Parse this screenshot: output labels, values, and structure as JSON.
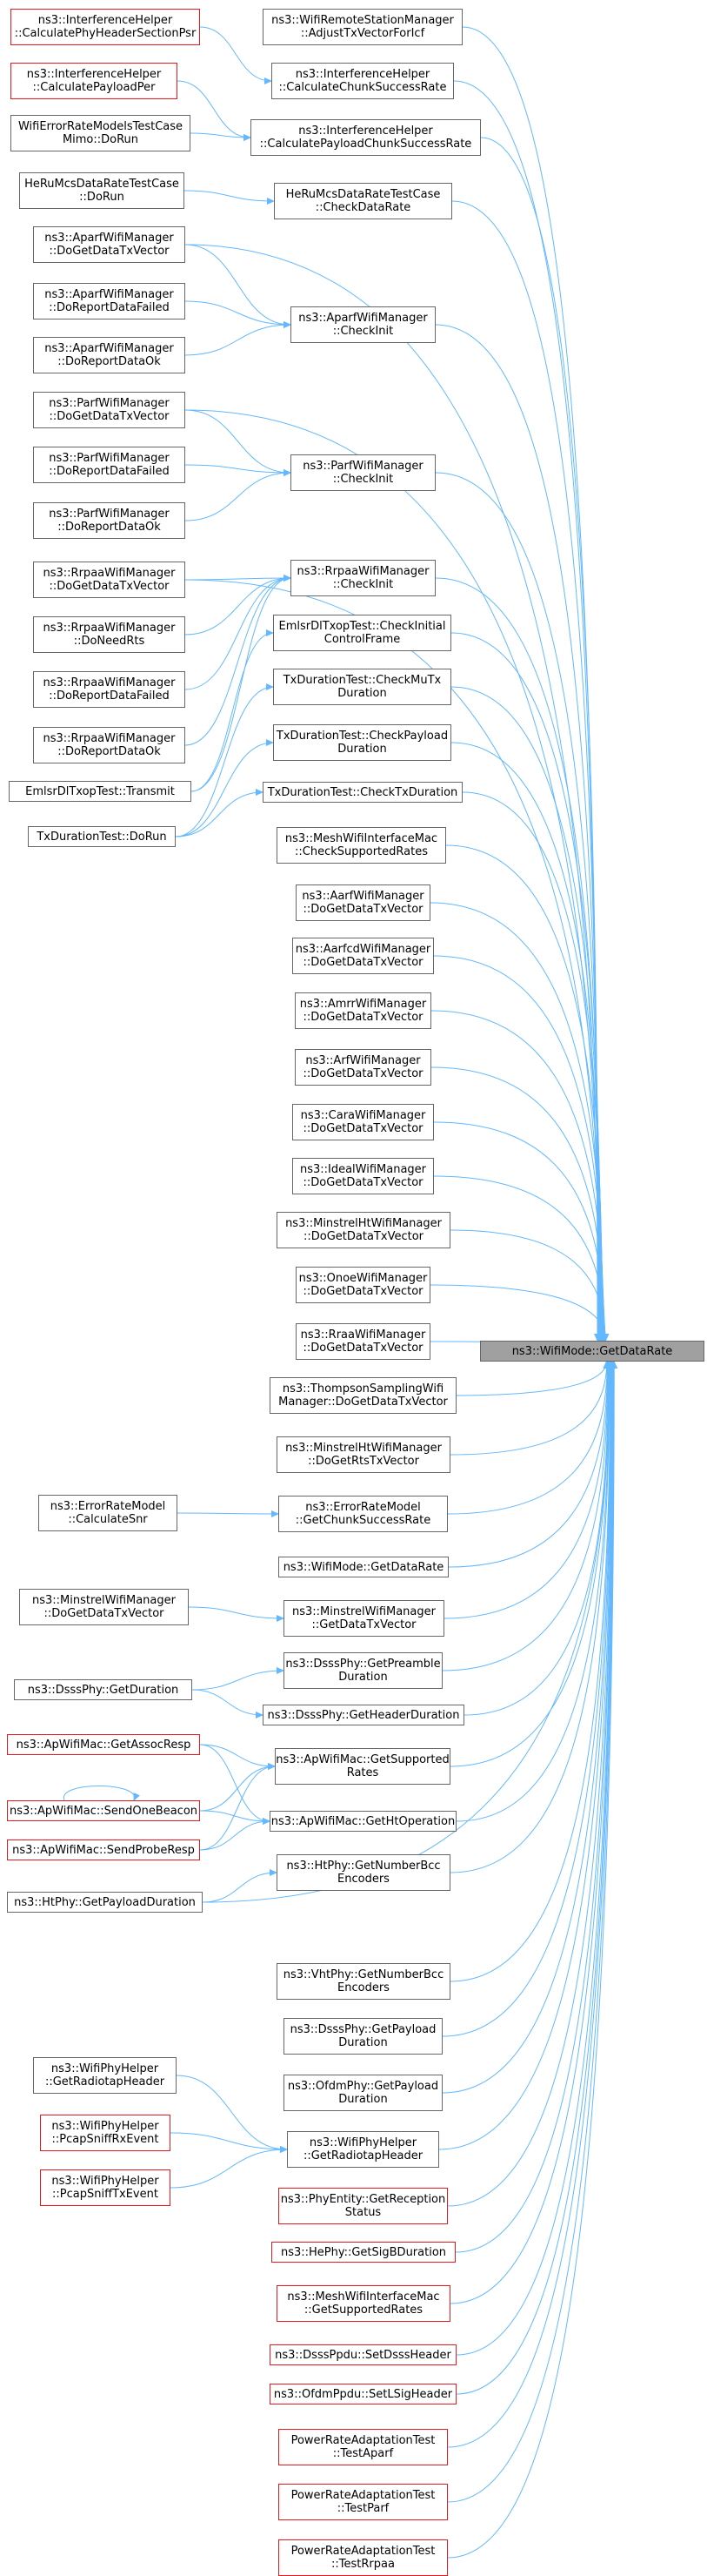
{
  "colors": {
    "edge": "#63b8ff",
    "node_border": "#666666",
    "node_border_red": "#e8181c",
    "focus_fill": "#a0a0a0"
  },
  "target": {
    "id": "T",
    "lines": [
      "ns3::WifiMode::GetDataRate"
    ]
  },
  "nodes": [
    {
      "id": "n1",
      "lines": [
        "ns3::InterferenceHelper",
        "::CalculatePhyHeaderSectionPsr"
      ],
      "red": true
    },
    {
      "id": "n2",
      "lines": [
        "ns3::InterferenceHelper",
        "::CalculatePayloadPer"
      ],
      "red": true
    },
    {
      "id": "n3",
      "lines": [
        "WifiErrorRateModelsTestCase",
        "Mimo::DoRun"
      ],
      "red": false
    },
    {
      "id": "n4",
      "lines": [
        "HeRuMcsDataRateTestCase",
        "::DoRun"
      ],
      "red": false
    },
    {
      "id": "n5",
      "lines": [
        "ns3::AparfWifiManager",
        "::DoGetDataTxVector"
      ],
      "red": false
    },
    {
      "id": "n6",
      "lines": [
        "ns3::AparfWifiManager",
        "::DoReportDataFailed"
      ],
      "red": false
    },
    {
      "id": "n7",
      "lines": [
        "ns3::AparfWifiManager",
        "::DoReportDataOk"
      ],
      "red": false
    },
    {
      "id": "n8",
      "lines": [
        "ns3::ParfWifiManager",
        "::DoGetDataTxVector"
      ],
      "red": false
    },
    {
      "id": "n9",
      "lines": [
        "ns3::ParfWifiManager",
        "::DoReportDataFailed"
      ],
      "red": false
    },
    {
      "id": "n10",
      "lines": [
        "ns3::ParfWifiManager",
        "::DoReportDataOk"
      ],
      "red": false
    },
    {
      "id": "n11",
      "lines": [
        "ns3::RrpaaWifiManager",
        "::DoGetDataTxVector"
      ],
      "red": false
    },
    {
      "id": "n12",
      "lines": [
        "ns3::RrpaaWifiManager",
        "::DoNeedRts"
      ],
      "red": false
    },
    {
      "id": "n13",
      "lines": [
        "ns3::RrpaaWifiManager",
        "::DoReportDataFailed"
      ],
      "red": false
    },
    {
      "id": "n14",
      "lines": [
        "ns3::RrpaaWifiManager",
        "::DoReportDataOk"
      ],
      "red": false
    },
    {
      "id": "n15",
      "lines": [
        "EmlsrDlTxopTest::Transmit"
      ],
      "red": false
    },
    {
      "id": "n16",
      "lines": [
        "TxDurationTest::DoRun"
      ],
      "red": false
    },
    {
      "id": "n17",
      "lines": [
        "ns3::ErrorRateModel",
        "::CalculateSnr"
      ],
      "red": false
    },
    {
      "id": "n18",
      "lines": [
        "ns3::MinstrelWifiManager",
        "::DoGetDataTxVector"
      ],
      "red": false
    },
    {
      "id": "n19",
      "lines": [
        "ns3::DsssPhy::GetDuration"
      ],
      "red": false
    },
    {
      "id": "n20",
      "lines": [
        "ns3::ApWifiMac::GetAssocResp"
      ],
      "red": true
    },
    {
      "id": "n21",
      "lines": [
        "ns3::ApWifiMac::SendOneBeacon"
      ],
      "red": true
    },
    {
      "id": "n22",
      "lines": [
        "ns3::ApWifiMac::SendProbeResp"
      ],
      "red": true
    },
    {
      "id": "n23",
      "lines": [
        "ns3::HtPhy::GetPayloadDuration"
      ],
      "red": false
    },
    {
      "id": "n24",
      "lines": [
        "ns3::WifiPhyHelper",
        "::GetRadiotapHeader"
      ],
      "red": false
    },
    {
      "id": "n25",
      "lines": [
        "ns3::WifiPhyHelper",
        "::PcapSniffRxEvent"
      ],
      "red": true
    },
    {
      "id": "n26",
      "lines": [
        "ns3::WifiPhyHelper",
        "::PcapSniffTxEvent"
      ],
      "red": true
    },
    {
      "id": "m1",
      "lines": [
        "ns3::WifiRemoteStationManager",
        "::AdjustTxVectorForIcf"
      ],
      "red": false
    },
    {
      "id": "m2",
      "lines": [
        "ns3::InterferenceHelper",
        "::CalculateChunkSuccessRate"
      ],
      "red": false
    },
    {
      "id": "m3",
      "lines": [
        "ns3::InterferenceHelper",
        "::CalculatePayloadChunkSuccessRate"
      ],
      "red": false
    },
    {
      "id": "m4",
      "lines": [
        "HeRuMcsDataRateTestCase",
        "::CheckDataRate"
      ],
      "red": false
    },
    {
      "id": "m5",
      "lines": [
        "ns3::AparfWifiManager",
        "::CheckInit"
      ],
      "red": false
    },
    {
      "id": "m6",
      "lines": [
        "ns3::ParfWifiManager",
        "::CheckInit"
      ],
      "red": false
    },
    {
      "id": "m7",
      "lines": [
        "ns3::RrpaaWifiManager",
        "::CheckInit"
      ],
      "red": false
    },
    {
      "id": "m8",
      "lines": [
        "EmlsrDlTxopTest::CheckInitial",
        "ControlFrame"
      ],
      "red": false
    },
    {
      "id": "m9",
      "lines": [
        "TxDurationTest::CheckMuTx",
        "Duration"
      ],
      "red": false
    },
    {
      "id": "m10",
      "lines": [
        "TxDurationTest::CheckPayload",
        "Duration"
      ],
      "red": false
    },
    {
      "id": "m11",
      "lines": [
        "TxDurationTest::CheckTxDuration"
      ],
      "red": false
    },
    {
      "id": "m12",
      "lines": [
        "ns3::MeshWifiInterfaceMac",
        "::CheckSupportedRates"
      ],
      "red": false
    },
    {
      "id": "m13",
      "lines": [
        "ns3::AarfWifiManager",
        "::DoGetDataTxVector"
      ],
      "red": false
    },
    {
      "id": "m14",
      "lines": [
        "ns3::AarfcdWifiManager",
        "::DoGetDataTxVector"
      ],
      "red": false
    },
    {
      "id": "m15",
      "lines": [
        "ns3::AmrrWifiManager",
        "::DoGetDataTxVector"
      ],
      "red": false
    },
    {
      "id": "m16",
      "lines": [
        "ns3::ArfWifiManager",
        "::DoGetDataTxVector"
      ],
      "red": false
    },
    {
      "id": "m17",
      "lines": [
        "ns3::CaraWifiManager",
        "::DoGetDataTxVector"
      ],
      "red": false
    },
    {
      "id": "m18",
      "lines": [
        "ns3::IdealWifiManager",
        "::DoGetDataTxVector"
      ],
      "red": false
    },
    {
      "id": "m19",
      "lines": [
        "ns3::MinstrelHtWifiManager",
        "::DoGetDataTxVector"
      ],
      "red": false
    },
    {
      "id": "m20",
      "lines": [
        "ns3::OnoeWifiManager",
        "::DoGetDataTxVector"
      ],
      "red": false
    },
    {
      "id": "m21",
      "lines": [
        "ns3::RraaWifiManager",
        "::DoGetDataTxVector"
      ],
      "red": false
    },
    {
      "id": "m22",
      "lines": [
        "ns3::ThompsonSamplingWifi",
        "Manager::DoGetDataTxVector"
      ],
      "red": false
    },
    {
      "id": "m23",
      "lines": [
        "ns3::MinstrelHtWifiManager",
        "::DoGetRtsTxVector"
      ],
      "red": false
    },
    {
      "id": "m24",
      "lines": [
        "ns3::ErrorRateModel",
        "::GetChunkSuccessRate"
      ],
      "red": false
    },
    {
      "id": "m25",
      "lines": [
        "ns3::WifiMode::GetDataRate"
      ],
      "red": false
    },
    {
      "id": "m26",
      "lines": [
        "ns3::MinstrelWifiManager",
        "::GetDataTxVector"
      ],
      "red": false
    },
    {
      "id": "m27",
      "lines": [
        "ns3::DsssPhy::GetPreamble",
        "Duration"
      ],
      "red": false
    },
    {
      "id": "m28",
      "lines": [
        "ns3::DsssPhy::GetHeaderDuration"
      ],
      "red": false
    },
    {
      "id": "m29",
      "lines": [
        "ns3::ApWifiMac::GetSupported",
        "Rates"
      ],
      "red": false
    },
    {
      "id": "m30",
      "lines": [
        "ns3::ApWifiMac::GetHtOperation"
      ],
      "red": false
    },
    {
      "id": "m31",
      "lines": [
        "ns3::HtPhy::GetNumberBcc",
        "Encoders"
      ],
      "red": false
    },
    {
      "id": "m32",
      "lines": [
        "ns3::VhtPhy::GetNumberBcc",
        "Encoders"
      ],
      "red": false
    },
    {
      "id": "m33",
      "lines": [
        "ns3::DsssPhy::GetPayload",
        "Duration"
      ],
      "red": false
    },
    {
      "id": "m34",
      "lines": [
        "ns3::OfdmPhy::GetPayload",
        "Duration"
      ],
      "red": false
    },
    {
      "id": "m35",
      "lines": [
        "ns3::WifiPhyHelper",
        "::GetRadiotapHeader"
      ],
      "red": false
    },
    {
      "id": "m36",
      "lines": [
        "ns3::PhyEntity::GetReception",
        "Status"
      ],
      "red": true
    },
    {
      "id": "m37",
      "lines": [
        "ns3::HePhy::GetSigBDuration"
      ],
      "red": true
    },
    {
      "id": "m38",
      "lines": [
        "ns3::MeshWifiInterfaceMac",
        "::GetSupportedRates"
      ],
      "red": true
    },
    {
      "id": "m39",
      "lines": [
        "ns3::DsssPpdu::SetDsssHeader"
      ],
      "red": true
    },
    {
      "id": "m40",
      "lines": [
        "ns3::OfdmPpdu::SetLSigHeader"
      ],
      "red": true
    },
    {
      "id": "m41",
      "lines": [
        "PowerRateAdaptationTest",
        "::TestAparf"
      ],
      "red": true
    },
    {
      "id": "m42",
      "lines": [
        "PowerRateAdaptationTest",
        "::TestParf"
      ],
      "red": true
    },
    {
      "id": "m43",
      "lines": [
        "PowerRateAdaptationTest",
        "::TestRrpaa"
      ],
      "red": true
    }
  ],
  "edges": [
    [
      "m1",
      "T"
    ],
    [
      "m2",
      "T"
    ],
    [
      "m3",
      "T"
    ],
    [
      "m4",
      "T"
    ],
    [
      "m5",
      "T"
    ],
    [
      "m6",
      "T"
    ],
    [
      "m7",
      "T"
    ],
    [
      "m8",
      "T"
    ],
    [
      "m9",
      "T"
    ],
    [
      "m10",
      "T"
    ],
    [
      "m11",
      "T"
    ],
    [
      "m12",
      "T"
    ],
    [
      "m13",
      "T"
    ],
    [
      "m14",
      "T"
    ],
    [
      "m15",
      "T"
    ],
    [
      "m16",
      "T"
    ],
    [
      "m17",
      "T"
    ],
    [
      "m18",
      "T"
    ],
    [
      "m19",
      "T"
    ],
    [
      "m20",
      "T"
    ],
    [
      "m21",
      "T"
    ],
    [
      "m22",
      "T"
    ],
    [
      "m23",
      "T"
    ],
    [
      "m24",
      "T"
    ],
    [
      "m25",
      "T"
    ],
    [
      "m26",
      "T"
    ],
    [
      "m27",
      "T"
    ],
    [
      "m28",
      "T"
    ],
    [
      "m29",
      "T"
    ],
    [
      "m30",
      "T"
    ],
    [
      "m31",
      "T"
    ],
    [
      "m32",
      "T"
    ],
    [
      "m33",
      "T"
    ],
    [
      "m34",
      "T"
    ],
    [
      "m35",
      "T"
    ],
    [
      "m36",
      "T"
    ],
    [
      "m37",
      "T"
    ],
    [
      "m38",
      "T"
    ],
    [
      "m39",
      "T"
    ],
    [
      "m40",
      "T"
    ],
    [
      "m41",
      "T"
    ],
    [
      "m42",
      "T"
    ],
    [
      "m43",
      "T"
    ],
    [
      "n1",
      "m2"
    ],
    [
      "n2",
      "m3"
    ],
    [
      "n3",
      "m3"
    ],
    [
      "n4",
      "m4"
    ],
    [
      "n5",
      "m5"
    ],
    [
      "n6",
      "m5"
    ],
    [
      "n7",
      "m5"
    ],
    [
      "n5",
      "T"
    ],
    [
      "n8",
      "m6"
    ],
    [
      "n9",
      "m6"
    ],
    [
      "n10",
      "m6"
    ],
    [
      "n8",
      "T"
    ],
    [
      "n11",
      "m7"
    ],
    [
      "n12",
      "m7"
    ],
    [
      "n13",
      "m7"
    ],
    [
      "n14",
      "m7"
    ],
    [
      "n11",
      "T"
    ],
    [
      "n15",
      "m7"
    ],
    [
      "n15",
      "m8"
    ],
    [
      "n16",
      "m9"
    ],
    [
      "n16",
      "m10"
    ],
    [
      "n16",
      "m11"
    ],
    [
      "n17",
      "m24"
    ],
    [
      "n18",
      "m26"
    ],
    [
      "n19",
      "m27"
    ],
    [
      "n19",
      "m28"
    ],
    [
      "n20",
      "m29"
    ],
    [
      "n20",
      "m30"
    ],
    [
      "n21",
      "m29"
    ],
    [
      "n21",
      "m30"
    ],
    [
      "n22",
      "m29"
    ],
    [
      "n22",
      "m30"
    ],
    [
      "n21",
      "n21"
    ],
    [
      "n23",
      "m31"
    ],
    [
      "n23",
      "T"
    ],
    [
      "n24",
      "m35"
    ],
    [
      "n25",
      "m35"
    ],
    [
      "n26",
      "m35"
    ]
  ]
}
